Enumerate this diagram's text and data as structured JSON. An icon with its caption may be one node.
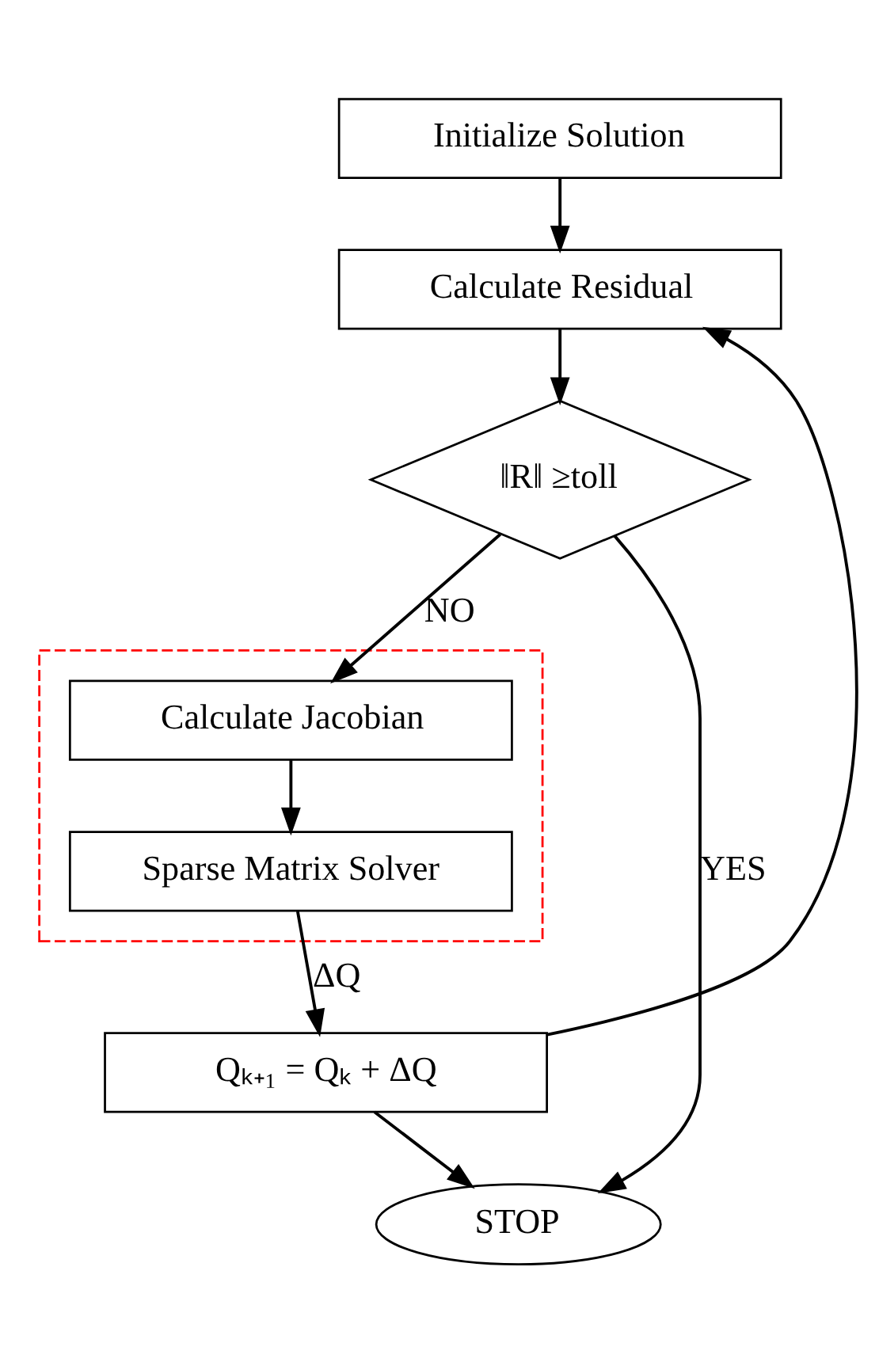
{
  "diagram": {
    "nodes": [
      {
        "text": [
          "Initialize Solution"
        ]
      },
      {
        "text": [
          "Calculate Residual"
        ]
      },
      {
        "text": [
          "‖R‖ ≥toll"
        ]
      },
      {
        "text": [],
        "shape": "box"
      },
      {
        "text": [
          "Calculate Jacobian"
        ],
        "in": 3
      },
      {
        "text": [
          "Sparse Matrix Solver"
        ],
        "in": 3
      },
      {
        "text": [
          "Qₖ₊₁ = Qₖ + ΔQ"
        ]
      },
      {
        "text": [
          "STOP"
        ]
      }
    ],
    "edges": [
      {
        "from": 0,
        "to": 1,
        "arrow": "to"
      },
      {
        "from": 1,
        "to": 2,
        "arrow": "to"
      },
      {
        "from": 2,
        "to": 4,
        "arrow": "to",
        "label": "NO"
      },
      {
        "from": 4,
        "to": 5,
        "arrow": "to"
      },
      {
        "from": 5,
        "to": 6,
        "arrow": "to",
        "label": "ΔQ"
      },
      {
        "from": 6,
        "to": 1,
        "arrow": "to"
      },
      {
        "from": 6,
        "to": 7,
        "arrow": "to"
      },
      {
        "from": 2,
        "to": 7,
        "arrow": "to",
        "label": "YES"
      }
    ]
  }
}
